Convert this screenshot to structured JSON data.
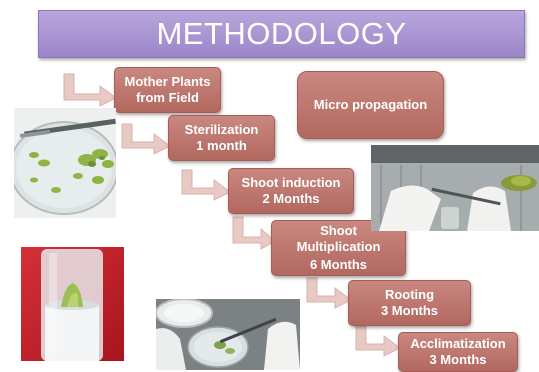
{
  "title": "METHODOLOGY",
  "callout": "Micro propagation",
  "steps": [
    {
      "name": "Mother Plants",
      "detail": "from Field"
    },
    {
      "name": "Sterilization",
      "detail": "1 month"
    },
    {
      "name": "Shoot induction",
      "detail": "2 Months"
    },
    {
      "name": "Shoot Multiplication",
      "detail": "6 Months"
    },
    {
      "name": "Rooting",
      "detail": "3 Months"
    },
    {
      "name": "Acclimatization",
      "detail": "3 Months"
    }
  ],
  "colors": {
    "title_bg": "#a793d2",
    "step_bg": "#bf7b73",
    "arrow": "#e8c9c4"
  }
}
